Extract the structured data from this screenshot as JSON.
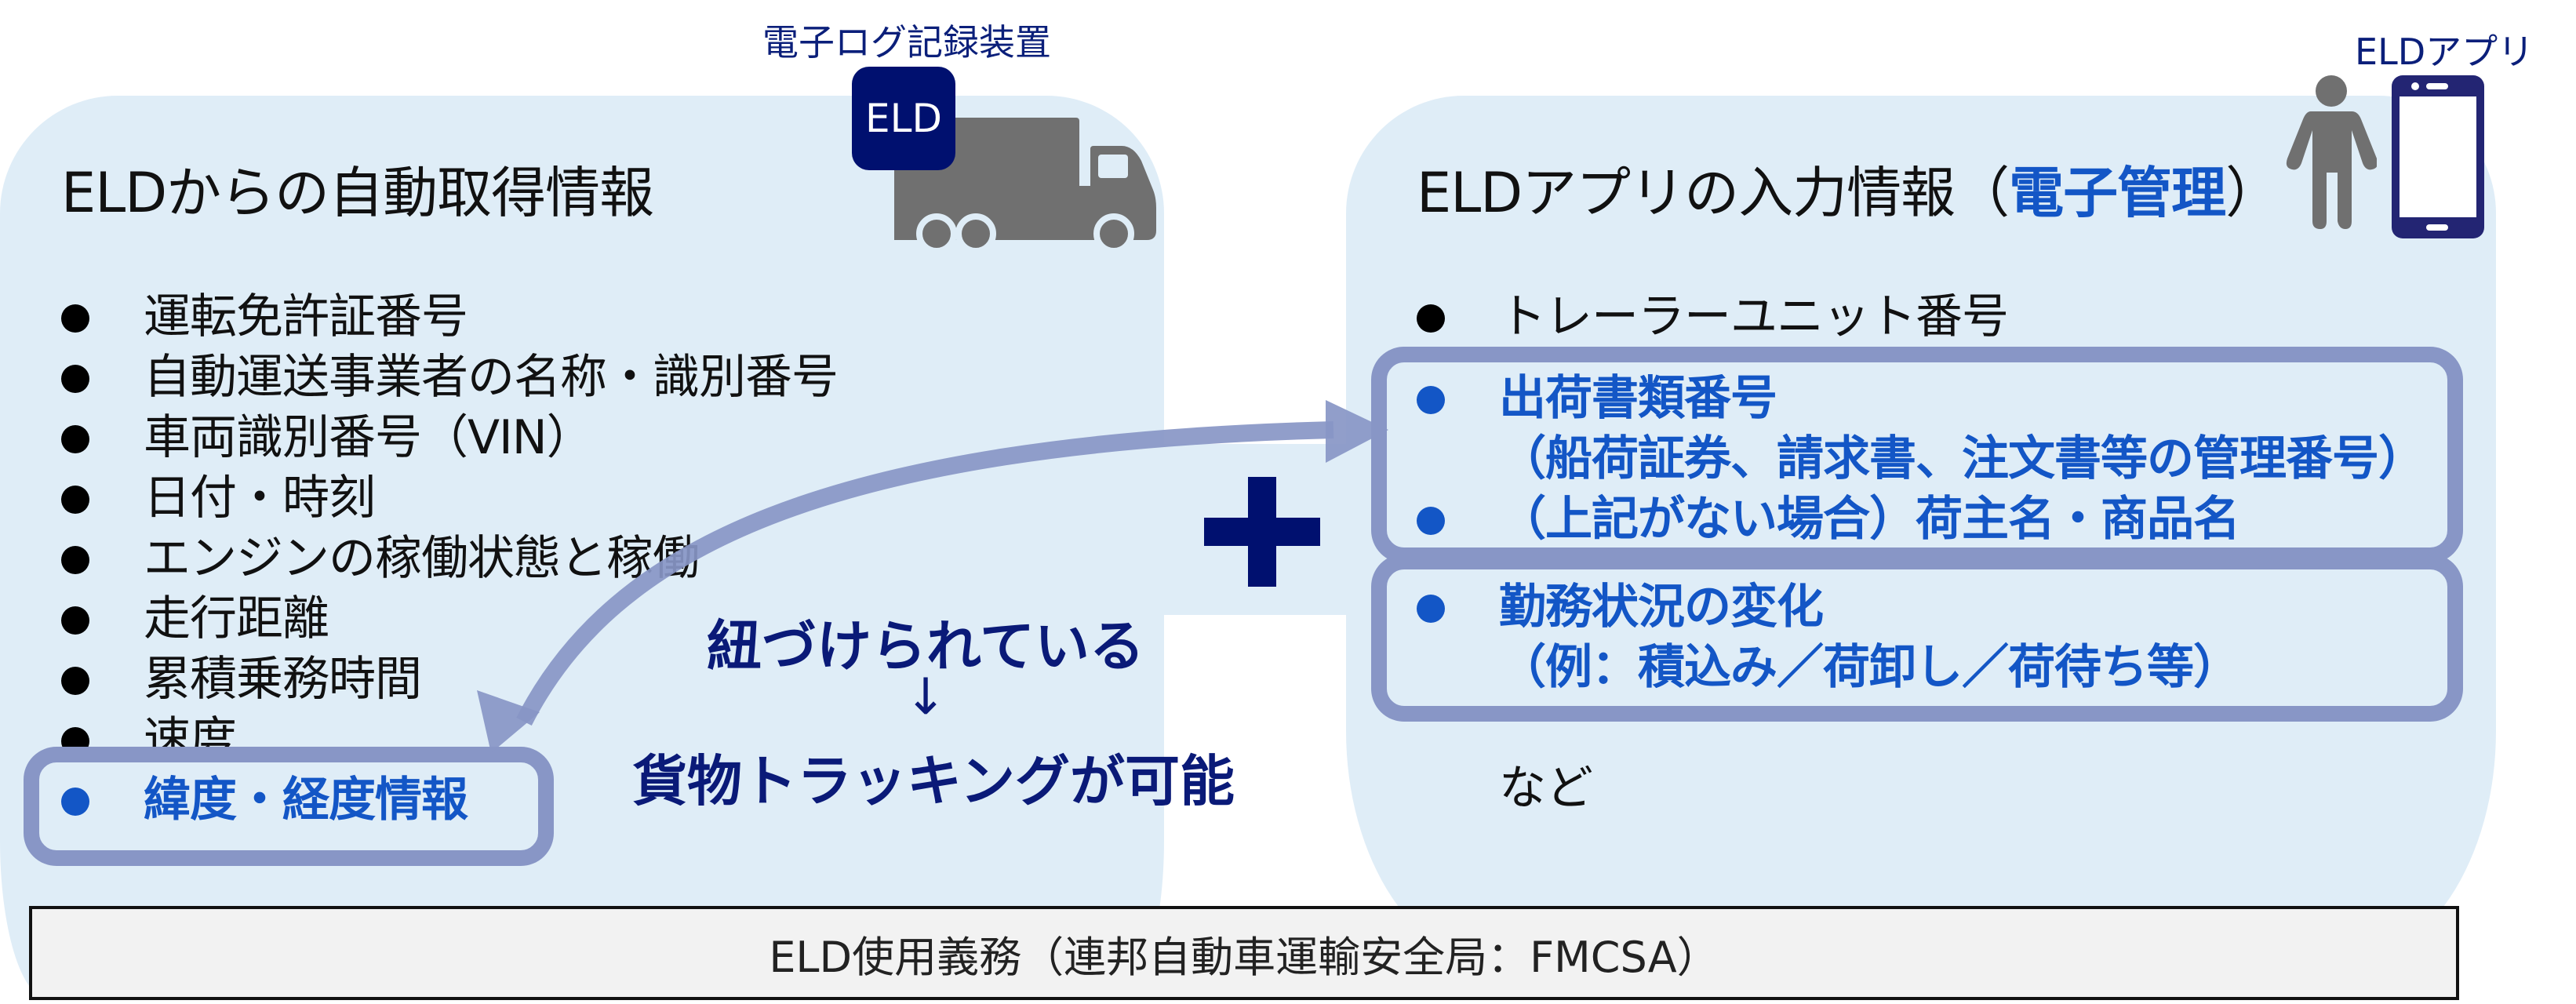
{
  "left": {
    "caption": "電子ログ記録装置",
    "badge": "ELD",
    "title": "ELDからの自動取得情報",
    "items": [
      "運転免許証番号",
      "自動運送事業者の名称・識別番号",
      "車両識別番号（VIN）",
      "日付・時刻",
      "エンジンの稼働状態と稼働",
      "走行距離",
      "累積乗務時間",
      "速度"
    ],
    "highlight_item": "緯度・経度情報"
  },
  "center": {
    "linked": "紐づけられている",
    "arrow": "↓",
    "result": "貨物トラッキングが可能"
  },
  "right": {
    "caption": "ELDアプリ",
    "title_prefix": "ELDアプリの入力情報（",
    "title_accent": "電子管理",
    "title_suffix": "）",
    "item_plain": "トレーラーユニット番号",
    "group1": {
      "item1": "出荷書類番号",
      "item1_detail": "（船荷証券、請求書、注文書等の管理番号）",
      "item2": "（上記がない場合）荷主名・商品名"
    },
    "group2": {
      "item1": "勤務状況の変化",
      "item1_detail": "（例：積込み／荷卸し／荷待ち等）"
    },
    "etc": "など"
  },
  "footer": {
    "text": "ELD使用義務（連邦自動車運輸安全局：FMCSA）"
  },
  "colors": {
    "panel_bg": "#dfedf7",
    "navy": "#00106f",
    "accent_blue": "#1356c6",
    "highlight_border": "#8896c6",
    "icon_gray": "#707070",
    "phone": "#232573"
  }
}
